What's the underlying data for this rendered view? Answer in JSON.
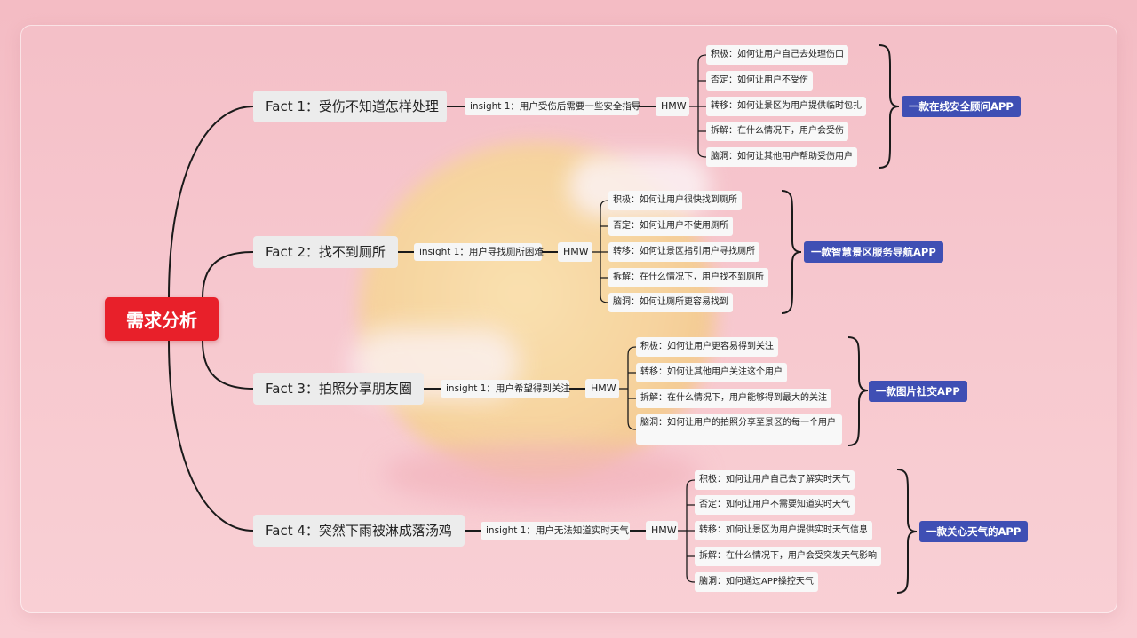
{
  "root": {
    "label": "需求分析"
  },
  "branches": [
    {
      "fact": "Fact 1：受伤不知道怎样处理",
      "insight": "insight 1：用户受伤后需要一些安全指导",
      "hmw": "HMW",
      "ideas": [
        "积极：如何让用户自己去处理伤口",
        "否定：如何让用户不受伤",
        "转移：如何让景区为用户提供临时包扎",
        "拆解：在什么情况下，用户会受伤",
        "脑洞：如何让其他用户帮助受伤用户"
      ],
      "conclusion": "一款在线安全顾问APP"
    },
    {
      "fact": "Fact 2：找不到厕所",
      "insight": "insight 1：用户寻找厕所困难",
      "hmw": "HMW",
      "ideas": [
        "积极：如何让用户很快找到厕所",
        "否定：如何让用户不使用厕所",
        "转移：如何让景区指引用户寻找厕所",
        "拆解：在什么情况下，用户找不到厕所",
        "脑洞：如何让厕所更容易找到"
      ],
      "conclusion": "一款智慧景区服务导航APP"
    },
    {
      "fact": "Fact 3：拍照分享朋友圈",
      "insight": "insight 1：用户希望得到关注",
      "hmw": "HMW",
      "ideas": [
        "积极：如何让用户更容易得到关注",
        "转移：如何让其他用户关注这个用户",
        "拆解：在什么情况下，用户能够得到最大的关注",
        "脑洞：如何让用户的拍照分享至景区的每一个用户"
      ],
      "conclusion": "一款图片社交APP"
    },
    {
      "fact": "Fact 4：突然下雨被淋成落汤鸡",
      "insight": "insight 1：用户无法知道实时天气",
      "hmw": "HMW",
      "ideas": [
        "积极：如何让用户自己去了解实时天气",
        "否定：如何让用户不需要知道实时天气",
        "转移：如何让景区为用户提供实时天气信息",
        "拆解：在什么情况下，用户会受突发天气影响",
        "脑洞：如何通过APP操控天气"
      ],
      "conclusion": "一款关心天气的APP"
    }
  ],
  "colors": {
    "root": "#e8202a",
    "conclusion": "#3f4fb4",
    "line": "#1a1a1a",
    "background": "#f6c2c9"
  }
}
